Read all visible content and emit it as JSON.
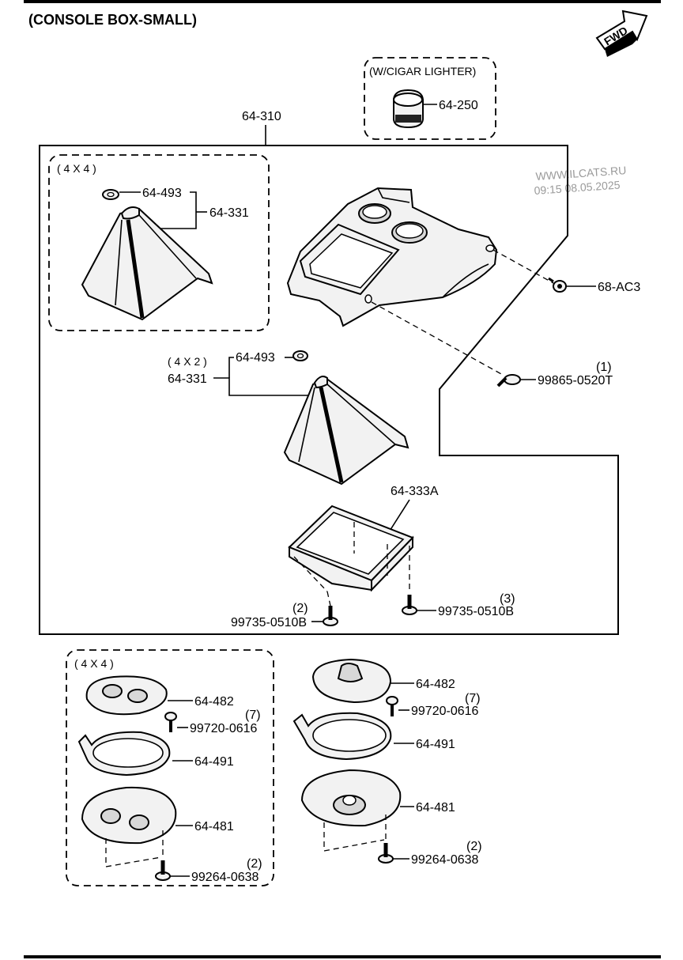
{
  "title": "(CONSOLE BOX-SMALL)",
  "fwd_badge": "FWD",
  "watermark": {
    "site": "WWW.ILCATS.RU",
    "datetime": "09:15 08.05.2025"
  },
  "groups": {
    "cigar": "(W/CIGAR LIGHTER)",
    "g4x4_top": "( 4  X  4 )",
    "g4x2": "( 4  X  2 )",
    "g4x4_bottom": "( 4  X  4 )"
  },
  "labels": {
    "p64_310": "64-310",
    "p64_250": "64-250",
    "p64_493_a": "64-493",
    "p64_331_a": "64-331",
    "p68_ac3": "68-AC3",
    "p64_493_b": "64-493",
    "p64_331_b": "64-331",
    "p99865": "99865-0520T",
    "q99865": "(1)",
    "p64_333a": "64-333A",
    "p99735_l": "99735-0510B",
    "q99735_l": "(2)",
    "p99735_r": "99735-0510B",
    "q99735_r": "(3)",
    "p64_482_l": "64-482",
    "p99720_l": "99720-0616",
    "q99720_l": "(7)",
    "p64_491_l": "64-491",
    "p64_481_l": "64-481",
    "p99264_l": "99264-0638",
    "q99264_l": "(2)",
    "p64_482_r": "64-482",
    "p99720_r": "99720-0616",
    "q99720_r": "(7)",
    "p64_491_r": "64-491",
    "p64_481_r": "64-481",
    "p99264_r": "99264-0638",
    "q99264_r": "(2)"
  },
  "icons": {
    "fwd_arrow": "fwd-arrow-icon",
    "console": "console-box-drawing",
    "boot": "shift-boot-drawing",
    "bezel": "bezel-frame-drawing",
    "screw": "screw-drawing"
  }
}
